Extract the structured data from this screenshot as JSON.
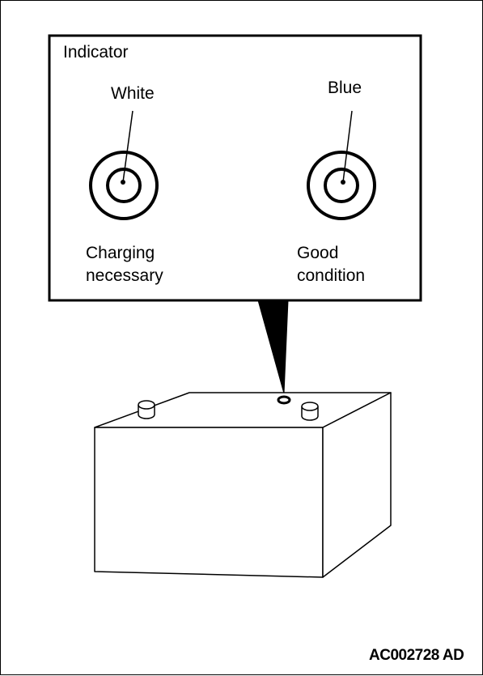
{
  "callout": {
    "title": "Indicator",
    "indicators": [
      {
        "color_label": "White",
        "condition": "Charging\nnecessary"
      },
      {
        "color_label": "Blue",
        "condition": "Good\ncondition"
      }
    ]
  },
  "figure_code": "AC002728 AD"
}
